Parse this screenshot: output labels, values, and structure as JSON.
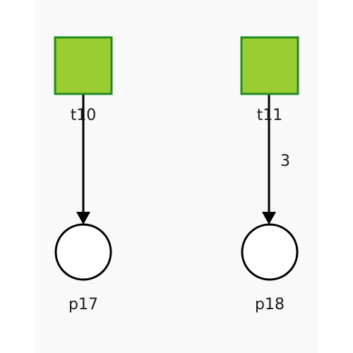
{
  "colors": {
    "transition_fill": "#9acd32",
    "transition_stroke": "#228b22",
    "place_fill": "#ffffff",
    "stroke": "#000000",
    "canvas_background": "#f9f9f9"
  },
  "transitions": [
    {
      "id": "t10",
      "label": "t10"
    },
    {
      "id": "t11",
      "label": "t11"
    }
  ],
  "places": [
    {
      "id": "p17",
      "label": "p17"
    },
    {
      "id": "p18",
      "label": "p18"
    }
  ],
  "arcs": [
    {
      "from": "t10",
      "to": "p17",
      "weight": ""
    },
    {
      "from": "t11",
      "to": "p18",
      "weight": "3"
    }
  ]
}
